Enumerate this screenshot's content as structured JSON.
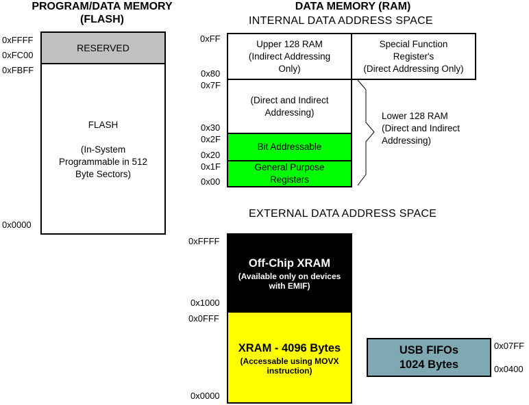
{
  "flash": {
    "header": "PROGRAM/DATA MEMORY\n(FLASH)",
    "reserved_label": "RESERVED",
    "main_title": "FLASH",
    "main_note": "(In-System\nProgrammable in 512\nByte Sectors)",
    "addr_top": "0xFFFF",
    "addr_fc00": "0xFC00",
    "addr_fbff": "0xFBFF",
    "addr_bottom": "0x0000",
    "colors": {
      "reserved": "#c0c0c0",
      "main": "#ffffff"
    }
  },
  "ram": {
    "header": "DATA MEMORY (RAM)",
    "internal_title": "INTERNAL DATA  ADDRESS SPACE",
    "upper_label": "Upper 128 RAM\n(Indirect Addressing\nOnly)",
    "sfr_label": "Special Function\nRegister's\n(Direct Addressing Only)",
    "direct_indirect_label": "(Direct and Indirect\nAddressing)",
    "bit_addressable_label": "Bit Addressable",
    "general_purpose_label": "General Purpose\nRegisters",
    "lower_label": "Lower 128 RAM\n(Direct and Indirect\nAddressing)",
    "addrs": [
      "0xFF",
      "0x80",
      "0x7F",
      "0x30",
      "0x2F",
      "0x20",
      "0x1F",
      "0x00"
    ],
    "colors": {
      "green": "#00ff00"
    }
  },
  "external": {
    "title": "EXTERNAL DATA ADDRESS SPACE",
    "offchip_title": "Off-Chip XRAM",
    "offchip_note": "(Available only on devices\nwith EMIF)",
    "xram_title": "XRAM - 4096 Bytes",
    "xram_note": "(Accessable using MOVX\ninstruction)",
    "addrs": [
      "0xFFFF",
      "0x1000",
      "0x0FFF",
      "0x0000"
    ],
    "colors": {
      "offchip": "#000000",
      "xram": "#ffff00"
    }
  },
  "usb": {
    "title": "USB FIFOs\n1024 Bytes",
    "addr_top": "0x07FF",
    "addr_bottom": "0x0400",
    "colors": {
      "fill": "#7fa9b2"
    }
  }
}
